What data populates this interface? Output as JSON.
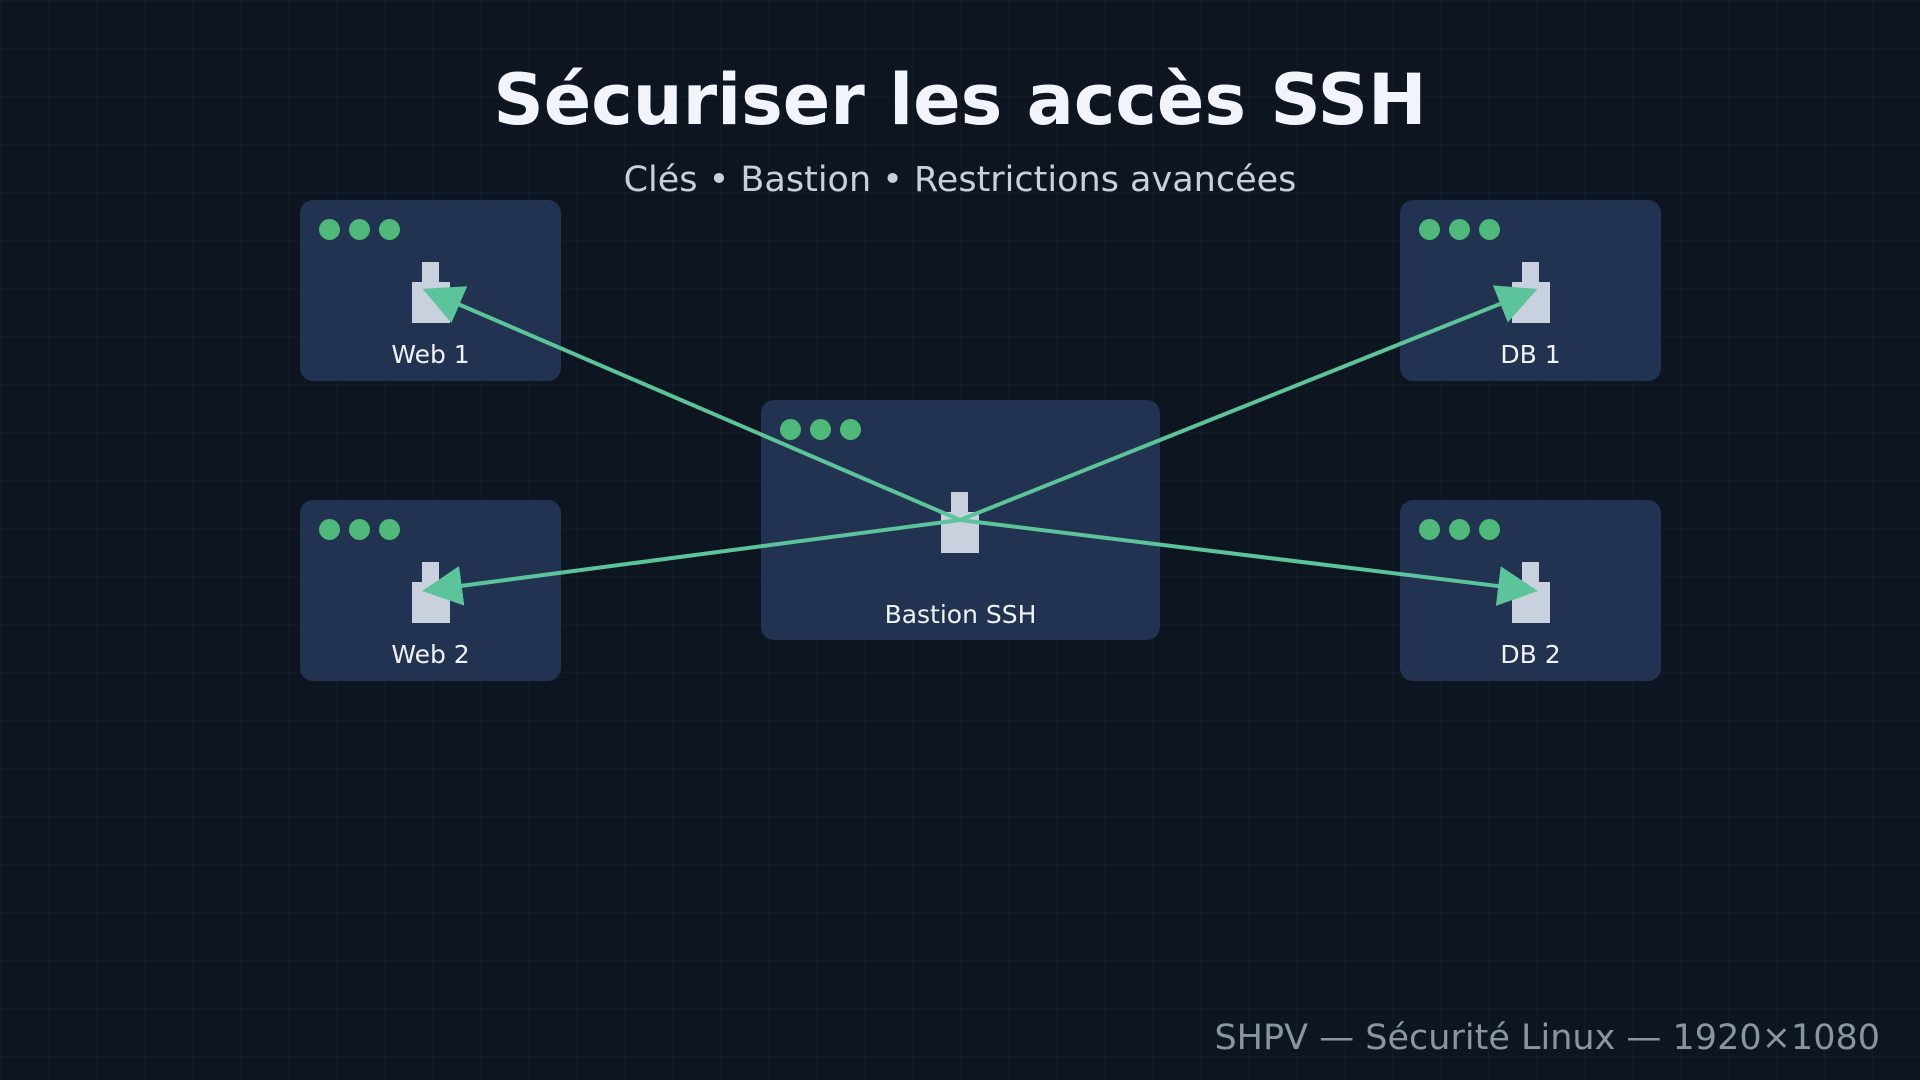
{
  "header": {
    "title": "Sécuriser les accès SSH",
    "subtitle": "Clés • Bastion • Restrictions avancées"
  },
  "footer": {
    "text": "SHPV — Sécurité Linux — 1920×1080"
  },
  "nodes": {
    "web1": {
      "label": "Web 1"
    },
    "web2": {
      "label": "Web 2"
    },
    "bastion": {
      "label": "Bastion SSH"
    },
    "db1": {
      "label": "DB 1"
    },
    "db2": {
      "label": "DB 2"
    }
  },
  "connections": [
    {
      "from": "bastion",
      "to": "web1"
    },
    {
      "from": "bastion",
      "to": "web2"
    },
    {
      "from": "bastion",
      "to": "db1"
    },
    {
      "from": "bastion",
      "to": "db2"
    }
  ],
  "colors": {
    "background": "#0d1520",
    "node_fill": "#213350",
    "dot_green": "#4fb97a",
    "link_green": "#5cc49a",
    "icon": "#c8d1dd"
  }
}
